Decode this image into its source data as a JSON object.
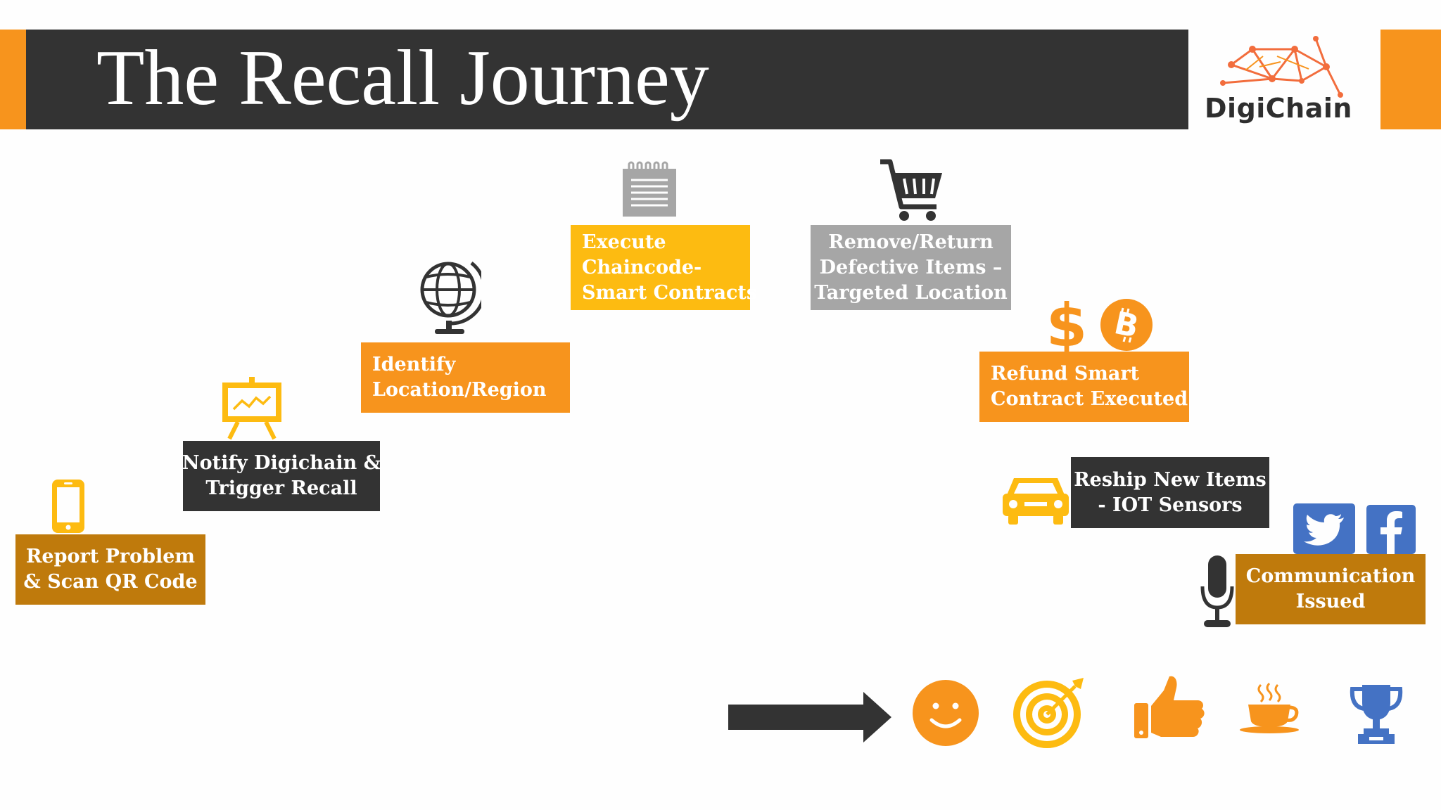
{
  "header": {
    "title": "The Recall Journey",
    "logo_text": "DigiChain"
  },
  "steps": [
    {
      "id": "report",
      "lines": [
        "Report Problem",
        "& Scan QR Code"
      ],
      "color": "#bf7a0c",
      "icon": "smartphone-icon"
    },
    {
      "id": "notify",
      "lines": [
        "Notify Digichain &",
        "Trigger Recall"
      ],
      "color": "#333333",
      "icon": "presentation-easel-icon"
    },
    {
      "id": "identify",
      "lines": [
        "Identify",
        "Location/Region"
      ],
      "color": "#f7941d",
      "icon": "globe-icon"
    },
    {
      "id": "execute",
      "lines": [
        "Execute",
        "Chaincode-",
        "Smart Contracts"
      ],
      "color": "#fdbb11",
      "icon": "notepad-icon"
    },
    {
      "id": "remove",
      "lines": [
        "Remove/Return",
        "Defective Items –",
        "Targeted Location"
      ],
      "color": "#a6a6a6",
      "icon": "shopping-cart-icon"
    },
    {
      "id": "refund",
      "lines": [
        "Refund Smart",
        "Contract Executed"
      ],
      "color": "#f7941d",
      "icon": "dollar-bitcoin-icon"
    },
    {
      "id": "reship",
      "lines": [
        "Reship New Items",
        "- IOT Sensors"
      ],
      "color": "#333333",
      "icon": "car-icon"
    },
    {
      "id": "communication",
      "lines": [
        "Communication",
        "Issued"
      ],
      "color": "#bf7a0c",
      "icon": "microphone-icon"
    }
  ],
  "outcome_icons": [
    "arrow-right-icon",
    "smiley-face-icon",
    "target-icon",
    "thumbs-up-icon",
    "coffee-cup-icon",
    "trophy-icon"
  ],
  "social_icons": [
    "twitter-icon",
    "facebook-icon"
  ],
  "colors": {
    "orange": "#f7941d",
    "dark": "#333333",
    "yellow": "#fdbb11",
    "brown": "#bf7a0c",
    "gray": "#a6a6a6",
    "blue": "#4472c4"
  }
}
